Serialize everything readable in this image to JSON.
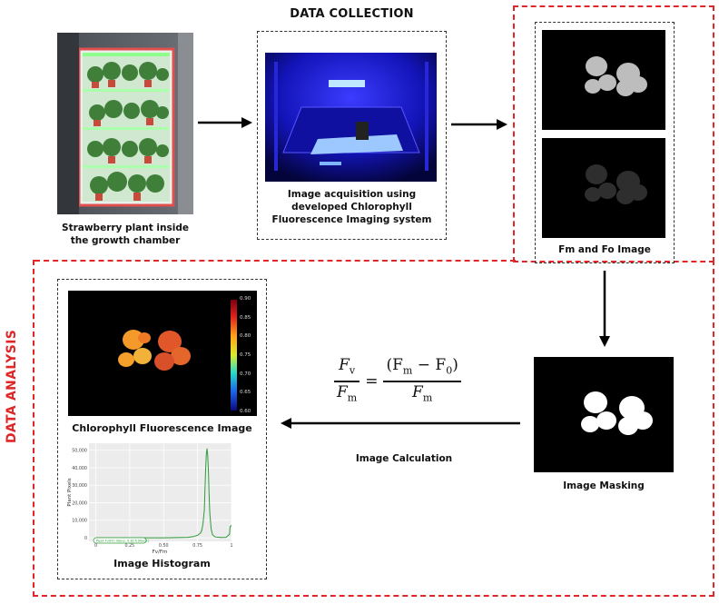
{
  "labels": {
    "data_collection": "DATA COLLECTION",
    "data_analysis": "DATA ANALYSIS",
    "strawberry_caption_line1": "Strawberry plant inside",
    "strawberry_caption_line2": "the growth chamber",
    "acquisition_line1": "Image acquisition using",
    "acquisition_line2": "developed Chlorophyll",
    "acquisition_line3": "Fluorescence Imaging system",
    "fm_fo": "Fm and Fo Image",
    "masking": "Image Masking",
    "calculation": "Image Calculation",
    "cf_image": "Chlorophyll Fluorescence Image",
    "histogram": "Image Histogram"
  },
  "formula": {
    "lhs_num": "F",
    "lhs_num_sub": "v",
    "lhs_den": "F",
    "lhs_den_sub": "m",
    "equals": "=",
    "rhs_num": "(F",
    "rhs_num_sub1": "m",
    "rhs_minus": " − F",
    "rhs_num_sub2": "0",
    "rhs_close": ")",
    "rhs_den": "F",
    "rhs_den_sub": "m"
  },
  "colorbar": {
    "ticks": [
      "0.90",
      "0.85",
      "0.80",
      "0.75",
      "0.70",
      "0.65",
      "0.60"
    ]
  },
  "chart_data": {
    "type": "line",
    "title": "",
    "xlabel": "Fv/Fm",
    "ylabel": "Plant Pixels",
    "x_ticks": [
      "0",
      "0.25",
      "0.50",
      "0.75",
      "1"
    ],
    "y_ticks": [
      "0",
      "10,000",
      "20,000",
      "30,000",
      "40,000",
      "50,000"
    ],
    "xlim": [
      -0.05,
      1.0
    ],
    "ylim": [
      -2000,
      54000
    ],
    "legend": "Peak Fv/Fm Value: 0.817(00ac1)",
    "series": [
      {
        "x": [
          0.0,
          0.5,
          0.68,
          0.72,
          0.75,
          0.77,
          0.78,
          0.79,
          0.8,
          0.805,
          0.81,
          0.815,
          0.82,
          0.825,
          0.83,
          0.835,
          0.84,
          0.85,
          0.86,
          0.88,
          0.92,
          0.96,
          0.985,
          0.99,
          1.0
        ],
        "y": [
          0,
          0,
          300,
          700,
          1500,
          2600,
          4000,
          8000,
          16000,
          28000,
          40000,
          48000,
          51000,
          47000,
          38000,
          25000,
          14000,
          5000,
          1800,
          500,
          200,
          300,
          2000,
          6500,
          7000
        ]
      }
    ],
    "color": "#2e9a3a"
  }
}
